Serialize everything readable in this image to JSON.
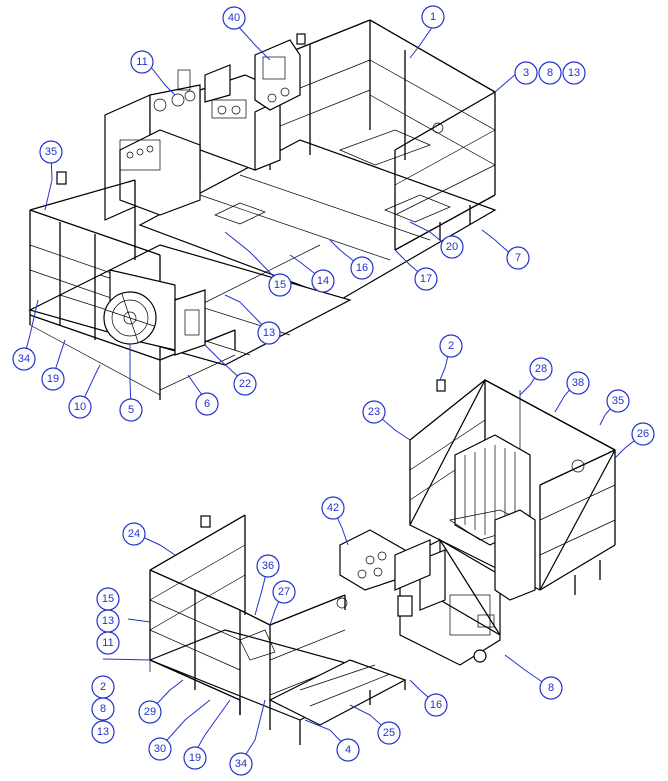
{
  "balloons": [
    {
      "id": "b1",
      "label": "1"
    },
    {
      "id": "b3",
      "label": "3"
    },
    {
      "id": "b8a",
      "label": "8"
    },
    {
      "id": "b13a",
      "label": "13"
    },
    {
      "id": "b40",
      "label": "40"
    },
    {
      "id": "b11a",
      "label": "11"
    },
    {
      "id": "b35a",
      "label": "35"
    },
    {
      "id": "b20",
      "label": "20"
    },
    {
      "id": "b7",
      "label": "7"
    },
    {
      "id": "b17",
      "label": "17"
    },
    {
      "id": "b16a",
      "label": "16"
    },
    {
      "id": "b14",
      "label": "14"
    },
    {
      "id": "b15a",
      "label": "15"
    },
    {
      "id": "b13b",
      "label": "13"
    },
    {
      "id": "b22",
      "label": "22"
    },
    {
      "id": "b6",
      "label": "6"
    },
    {
      "id": "b5",
      "label": "5"
    },
    {
      "id": "b10",
      "label": "10"
    },
    {
      "id": "b19a",
      "label": "19"
    },
    {
      "id": "b34a",
      "label": "34"
    },
    {
      "id": "b2a",
      "label": "2"
    },
    {
      "id": "b28",
      "label": "28"
    },
    {
      "id": "b38",
      "label": "38"
    },
    {
      "id": "b35b",
      "label": "35"
    },
    {
      "id": "b26",
      "label": "26"
    },
    {
      "id": "b23",
      "label": "23"
    },
    {
      "id": "b42",
      "label": "42"
    },
    {
      "id": "b24",
      "label": "24"
    },
    {
      "id": "b36",
      "label": "36"
    },
    {
      "id": "b27",
      "label": "27"
    },
    {
      "id": "b15b",
      "label": "15"
    },
    {
      "id": "b13c",
      "label": "13"
    },
    {
      "id": "b11b",
      "label": "11"
    },
    {
      "id": "b2b",
      "label": "2"
    },
    {
      "id": "b8b",
      "label": "8"
    },
    {
      "id": "b13d",
      "label": "13"
    },
    {
      "id": "b29",
      "label": "29"
    },
    {
      "id": "b30",
      "label": "30"
    },
    {
      "id": "b19b",
      "label": "19"
    },
    {
      "id": "b34b",
      "label": "34"
    },
    {
      "id": "b4",
      "label": "4"
    },
    {
      "id": "b25",
      "label": "25"
    },
    {
      "id": "b16b",
      "label": "16"
    },
    {
      "id": "b8c",
      "label": "8"
    }
  ]
}
